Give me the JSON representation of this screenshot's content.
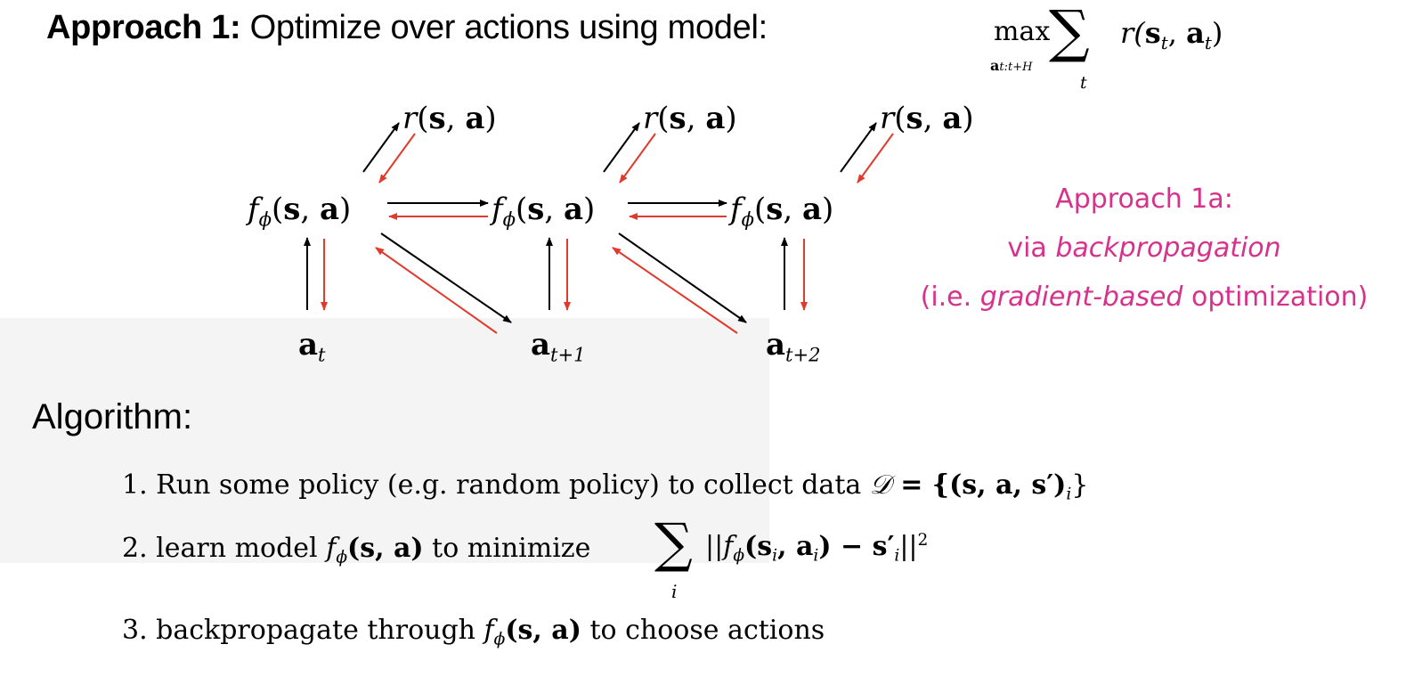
{
  "header": {
    "title_lead": "Approach 1:",
    "title_rest": " Optimize over actions using model:",
    "objective": {
      "max": "max",
      "max_sub": "a",
      "max_sub_index": "t:t+H",
      "sum": "∑",
      "sum_sub": "t",
      "term_r": "r(",
      "term_s": "s",
      "term_s_sub": "t",
      "term_comma": ", ",
      "term_a": "a",
      "term_a_sub": "t",
      "term_close": ")"
    }
  },
  "diagram": {
    "model_nodes": [
      {
        "f": "f",
        "phi": "ϕ",
        "args": "(s, a)"
      },
      {
        "f": "f",
        "phi": "ϕ",
        "args": "(s, a)"
      },
      {
        "f": "f",
        "phi": "ϕ",
        "args": "(s, a)"
      }
    ],
    "reward_nodes": [
      {
        "label": "r(s, a)"
      },
      {
        "label": "r(s, a)"
      },
      {
        "label": "r(s, a)"
      }
    ],
    "action_nodes": [
      {
        "base": "a",
        "sub": "t"
      },
      {
        "base": "a",
        "sub": "t+1"
      },
      {
        "base": "a",
        "sub": "t+2"
      }
    ],
    "colors": {
      "forward": "#000000",
      "backward": "#e03a2c"
    }
  },
  "annotation": {
    "line1": "Approach 1a:",
    "line2_prefix": "via ",
    "line2_emph": "backpropagation",
    "line3_open": "(i.e. ",
    "line3_emph": "gradient-based",
    "line3_rest": " optimization)",
    "color": "#d6328c"
  },
  "algorithm": {
    "title": "Algorithm:",
    "step1": {
      "text": "1. Run some policy (e.g. random policy) to collect data ",
      "set_symbol": "𝒟",
      "set_expr": " = {(s, a, s′)",
      "set_sub": "i",
      "set_close": "}"
    },
    "step2": {
      "text": "2. learn model ",
      "f": "f",
      "phi": "ϕ",
      "args": "(s, a)",
      "mid": " to minimize",
      "sum": "∑",
      "sum_sub": "i",
      "norm_open": "||f",
      "norm_phi": "ϕ",
      "norm_args_open": "(s",
      "norm_s_sub": "i",
      "norm_comma": ", a",
      "norm_a_sub": "i",
      "norm_minus": ") − s′",
      "norm_sp_sub": "i",
      "norm_close": "||",
      "norm_power": "2"
    },
    "step3": {
      "text": "3. backpropagate through ",
      "f": "f",
      "phi": "ϕ",
      "args": "(s, a)",
      "rest": " to choose actions"
    }
  }
}
